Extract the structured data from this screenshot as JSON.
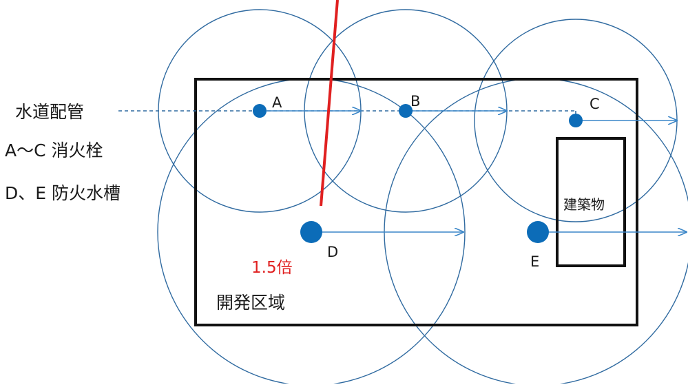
{
  "legend": {
    "water_pipe": "水道配管",
    "hydrants": "A～C  消火栓",
    "tanks": "D、E  防火水槽"
  },
  "points": {
    "a": "A",
    "b": "B",
    "c": "C",
    "d": "D",
    "e": "E"
  },
  "annotation": "1.5倍",
  "area_label": "開発区域",
  "building_label": "建築物",
  "colors": {
    "circle": "#2f6aa0",
    "point": "#0c6cb8",
    "arrow": "#3a86c8",
    "outline": "#111111",
    "highlight": "#e02020"
  }
}
